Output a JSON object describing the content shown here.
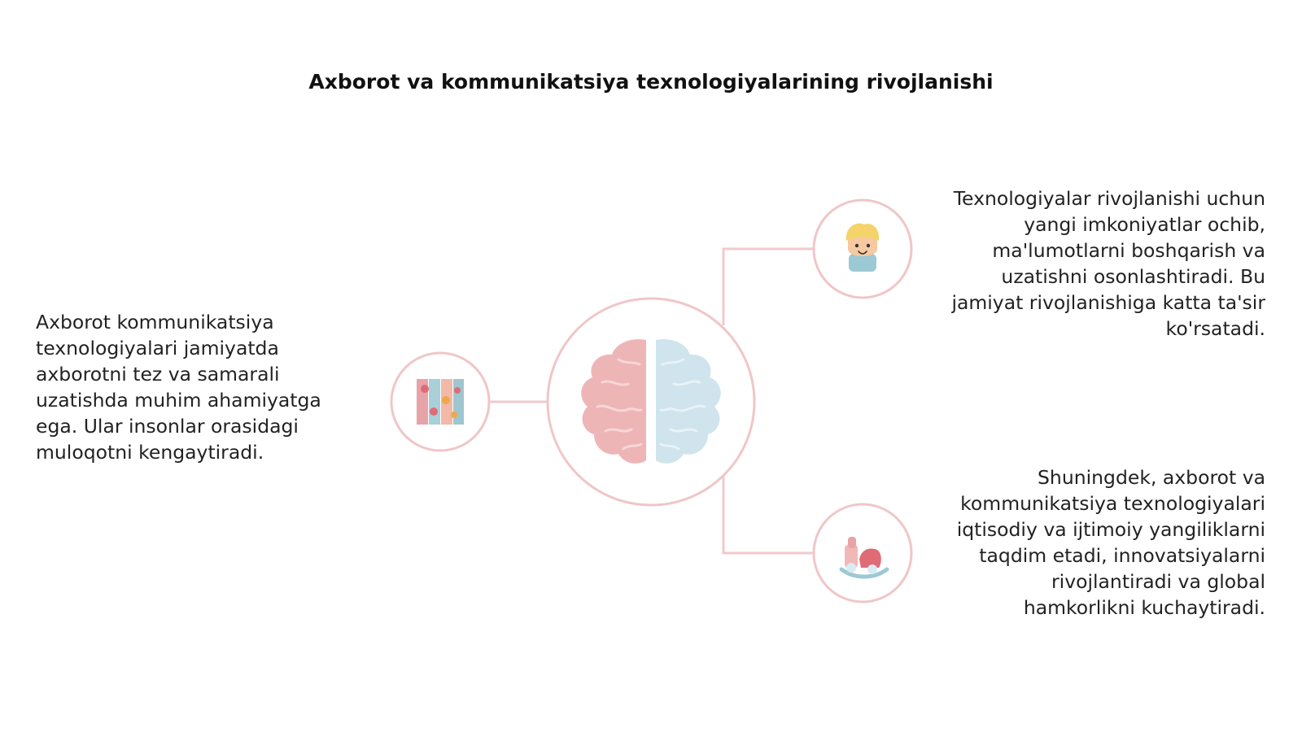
{
  "title": "Axborot va kommunikatsiya texnologiyalarining rivojlanishi",
  "colors": {
    "connector": "#f2c9cc",
    "circle_stroke": "#f0c6c8",
    "brain_left": "#eeb5b7",
    "brain_right": "#cfe4ec"
  },
  "center": {
    "icon": "brain-icon"
  },
  "nodes": [
    {
      "id": "left",
      "icon": "building-blocks-icon",
      "text": "Axborot kommunikatsiya texnologiyalari jamiyatda axborotni tez va samarali uzatishda muhim ahamiyatga ega. Ular insonlar orasidagi muloqotni kengaytiradi."
    },
    {
      "id": "top-right",
      "icon": "child-face-icon",
      "text": "Texnologiyalar rivojlanishi uchun yangi imkoniyatlar ochib, ma'lumotlarni boshqarish va uzatishni osonlashtiradi. Bu jamiyat rivojlanishiga katta ta'sir ko'rsatadi."
    },
    {
      "id": "bottom-right",
      "icon": "toy-rocking-horse-icon",
      "text": "Shuningdek, axborot va kommunikatsiya texnologiyalari iqtisodiy va ijtimoiy yangiliklarni taqdim etadi, innovatsiyalarni rivojlantiradi va global hamkorlikni kuchaytiradi."
    }
  ]
}
